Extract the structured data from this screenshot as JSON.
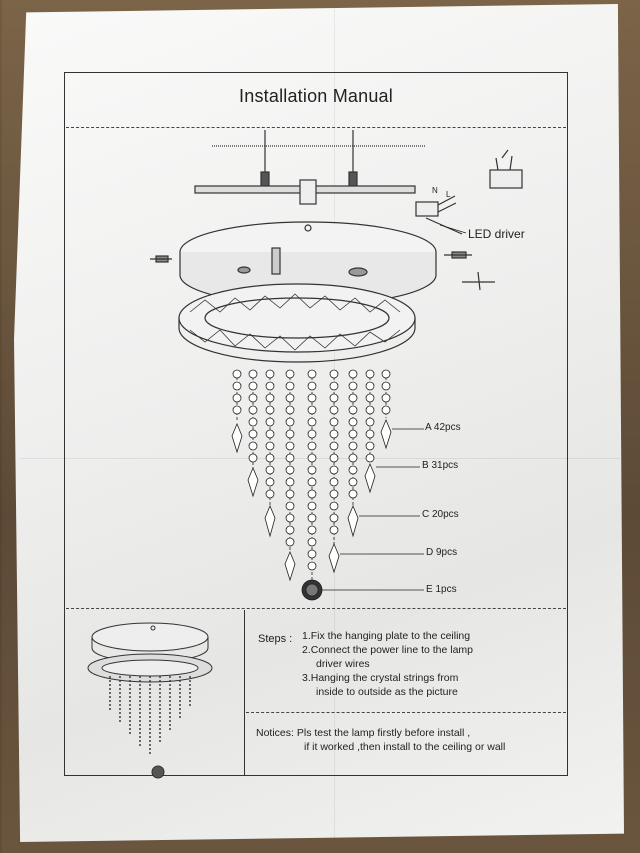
{
  "document": {
    "title": "Installation Manual",
    "labels": {
      "led_driver": "LED driver",
      "a": "A 42pcs",
      "b": "B 31pcs",
      "c": "C 20pcs",
      "d": "D 9pcs",
      "e": "E 1pcs",
      "wire_n": "N",
      "wire_l": "L"
    },
    "steps": {
      "heading": "Steps :",
      "items": [
        "1.Fix the hanging plate to the ceiling",
        "2.Connect the power line to the lamp",
        "driver wires",
        "3.Hanging the crystal strings from",
        "inside to outside as the picture"
      ]
    },
    "notices": {
      "heading": "Notices:",
      "line1": "Pls test the lamp  firstly before install ,",
      "line2": "if it worked ,then install to the ceiling or wall"
    }
  }
}
